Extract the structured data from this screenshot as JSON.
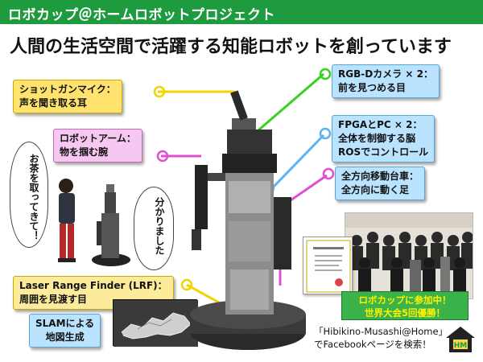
{
  "header": {
    "title": "ロボカップ＠ホームロボットプロジェクト"
  },
  "headline": "人間の生活空間で活躍する知能ロボットを創っています",
  "callouts": {
    "shotgun_mic": {
      "line1": "ショットガンマイク：",
      "line2": "声を聞き取る耳"
    },
    "robot_arm": {
      "line1": "ロボットアーム：",
      "line2": "物を掴む腕"
    },
    "rgbd_camera": {
      "line1": "RGB-Dカメラ × 2：",
      "line2": "前を見つめる目"
    },
    "fpga_pc": {
      "line1": "FPGAとPC × 2：",
      "line2": "全体を制御する脳",
      "line3": "ROSでコントロール"
    },
    "omni_base": {
      "line1": "全方向移動台車：",
      "line2": "全方向に動く足"
    },
    "lrf": {
      "line1": "Laser Range Finder (LRF)：",
      "line2": "周囲を見渡す目"
    },
    "slam": {
      "line1": "SLAMによる",
      "line2": "地図生成"
    }
  },
  "speech": {
    "person": "お茶を取ってきて！",
    "robot": "分かりました"
  },
  "banner": {
    "line1": "ロボカップに参加中！",
    "line2": "世界大会5回優勝！"
  },
  "footer": {
    "line1": "「Hibikino-Musashi@Home」",
    "line2": "でFacebookページを検索！"
  },
  "logo": {
    "text": "HM"
  },
  "colors": {
    "header_green": "#1e9a3f",
    "callout_yellow": "#ffe36e",
    "callout_pink": "#f6c7f0",
    "callout_blue": "#b9e3ff",
    "line_yellow": "#f2d400",
    "line_pink": "#e04fd0",
    "line_green": "#39d11f",
    "line_blue": "#5ab4f0",
    "banner_text": "#fff200"
  }
}
